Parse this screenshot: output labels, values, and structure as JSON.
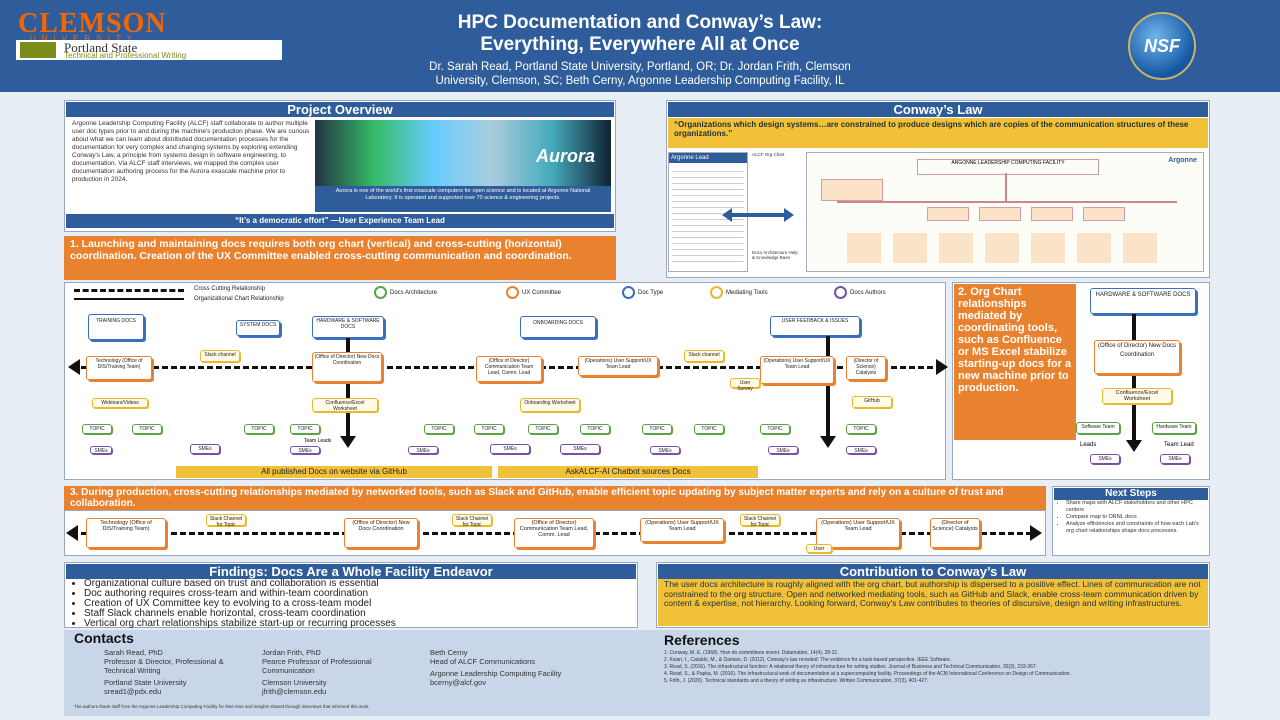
{
  "header": {
    "logo_clemson": "CLEMSON",
    "logo_clemson_sub": "UNIVERSITY",
    "logo_psu": "Portland State",
    "logo_psu_sub": "Technical and Professional Writing",
    "title_line1": "HPC Documentation and Conway’s Law:",
    "title_line2": "Everything, Everywhere All at Once",
    "authors_line1": "Dr. Sarah Read, Portland State University, Portland, OR; Dr. Jordan Frith, Clemson",
    "authors_line2": "University, Clemson, SC; Beth Cerny, Argonne Leadership Computing Facility, IL",
    "nsf": "NSF"
  },
  "project_overview": {
    "title": "Project Overview",
    "body": "Argonne Leadership Computing Facility (ALCF) staff collaborate to author multiple user doc types prior to and during the machine's production phase. We are curious about what we can learn about distributed documentation processes for the documentation for very complex and changing systems by exploring extending Conway's Law, a principle from systems design in software engineering, to documentation. Via ALCF staff interviews, we mapped the complex user documentation authoring process for the Aurora exascale machine prior to production in 2024.",
    "image_label": "Aurora",
    "caption": "Aurora is one of the world's first exascale computers for open science and is located at Argonne National Laboratory. It is operated and supported over 70 science & engineering projects.",
    "quote": "“It’s a democratic effort” —User Experience Team Lead"
  },
  "conways_law": {
    "title": "Conway’s Law",
    "quote": "“Organizations which design systems…are constrained to produce designs which are copies of the communication structures of these organizations.”",
    "sidebar_title": "Argonne Lead",
    "org_title": "ARGONNE LEADERSHIP COMPUTING FACILITY",
    "org_logo": "Argonne",
    "alcf_label": "ALCF Org Chart",
    "docs_label": "Docs Architecture Help & Knowledge Base"
  },
  "section1": {
    "heading": "1. Launching and maintaining docs requires both org chart (vertical) and cross-cutting (horizontal) coordination. Creation of the UX Committee enabled cross-cutting communication and coordination.",
    "legend": [
      {
        "label": "Cross Cutting Relationship",
        "kind": "dash"
      },
      {
        "label": "Organizational Chart Relationship",
        "kind": "line"
      },
      {
        "label": "Docs Architecture",
        "color": "#5aa346"
      },
      {
        "label": "UX Committee",
        "color": "#e8822f"
      },
      {
        "label": "Doc Type",
        "color": "#3a6fc2"
      },
      {
        "label": "Mediating Tools",
        "color": "#e9b82c"
      },
      {
        "label": "Docs Authors",
        "color": "#7b4fa8"
      }
    ],
    "doc_types": [
      "TRAINING DOCS",
      "SYSTEM DOCS",
      "HARDWARE & SOFTWARE DOCS",
      "ONBOARDING DOCS",
      "USER FEEDBACK & ISSUES"
    ],
    "ux_nodes": [
      "Technology (Office of DIS/Training Team)",
      "(Office of Director) New Docs Coordination",
      "(Office of Director) Communication Team Lead, Comm. Lead",
      "(Operations) User Support/UX Team Lead",
      "(Operations) User Support/UX Team Lead",
      "(Director of Science) Catalysts"
    ],
    "tools": [
      "Slack channel",
      "Webinars/Videos",
      "Confluence/Excel Worksheet",
      "Onboarding Worksheet",
      "User Survey",
      "Slack channel",
      "GitHub"
    ],
    "topic": "TOPIC",
    "team_leads": "Team Leads",
    "smes": "SMEs",
    "bottom_left": "All published Docs on website via GitHub",
    "bottom_right": "AskALCF-AI Chatbot sources Docs"
  },
  "section2": {
    "heading": "2. Org Chart relationships mediated by coordinating tools, such as Confluence or MS Excel stabilize starting-up docs for a new machine prior to production.",
    "doc_type": "HARDWARE & SOFTWARE DOCS",
    "ux_node": "(Office of Director) New Docs Coordination",
    "tool": "Confluence/Excel Worksheet",
    "leaf_left": "Software Team",
    "leaf_right": "Hardware Team",
    "leads": "Leads",
    "team_lead": "Team Lead",
    "smes": "SMEs"
  },
  "section3": {
    "heading": "3. During production, cross-cutting relationships mediated by networked tools, such as Slack and GitHub, enable efficient topic updating by subject matter experts and rely on a culture of trust and collaboration.",
    "nodes": [
      "Technology (Office of DIS/Training Team)",
      "(Office of Director) New Docs Coordination",
      "(Office of Director) Communication Team Lead, Comm. Lead",
      "(Operations) User Support/UX Team Lead",
      "(Operations) User Support/UX Team Lead",
      "(Director of Science) Catalysts"
    ],
    "slack": "Slack Channel for Topic",
    "user": "User"
  },
  "next_steps": {
    "title": "Next Steps",
    "items": [
      "Share maps with ALCF stakeholders and other HPC centers",
      "Compare map to ORNL docs",
      "Analyze efficiencies and constraints of how each Lab's org chart relationships shape docs processes."
    ]
  },
  "findings": {
    "title": "Findings: Docs Are a Whole Facility Endeavor",
    "items": [
      "Organizational culture based on trust and collaboration is essential",
      "Doc authoring requires cross-team and within-team coordination",
      "Creation of UX Committee key to evolving to a cross-team model",
      "Staff Slack channels enable horizontal, cross-team coordination",
      "Vertical org chart relationships stabilize start-up or recurring processes"
    ]
  },
  "contribution": {
    "title": "Contribution to Conway’s Law",
    "body": "The user docs architecture is roughly aligned with the org chart, but authorship is dispersed to a positive effect. Lines of communication are not constrained to the org structure. Open and networked mediating tools, such as GitHub and Slack, enable cross-team communication driven by content & expertise, not hierarchy. Looking forward, Conway's Law contributes to theories of discursive, design and writing infrastructures."
  },
  "contacts": {
    "title": "Contacts",
    "people": [
      {
        "name": "Sarah Read, PhD",
        "role": "Professor & Director, Professional & Technical Writing",
        "org": "Portland State University",
        "email": "sread1@pdx.edu"
      },
      {
        "name": "Jordan Frith, PhD",
        "role": "Pearce Professor of Professional Communication",
        "org": "Clemson University",
        "email": "jfrith@clemson.edu"
      },
      {
        "name": "Beth Cerny",
        "role": "Head of ALCF Communications",
        "org": "Argonne Leadership Computing Facility",
        "email": "bcerny@alcf.gov"
      }
    ],
    "thanks": "The authors thank staff from the Argonne Leadership Computing Facility for their time and insights shared through interviews that informed this work."
  },
  "references": {
    "title": "References",
    "items": [
      "1. Conway, M. E. (1968). How do committees invent. Datamation, 14(4), 28-31.",
      "2. Kwan, I., Cataldo, M., & Damian, D. (2012). Conway's law revisited: The evidence for a task-based perspective. IEEE Software.",
      "3. Read, S. (2016). The infrastructural function: A relational theory of infrastructure for writing studies. Journal of Business and Technical Communication, 30(3), 233-267.",
      "4. Read, S., & Papka, M. (2016). The infrastructural work of documentation at a supercomputing facility. Proceedings of the ACM International Conference on Design of Communication.",
      "5. Frith, J. (2020). Technical standards and a theory of writing as infrastructure. Written Communication, 37(3), 401-427."
    ]
  }
}
